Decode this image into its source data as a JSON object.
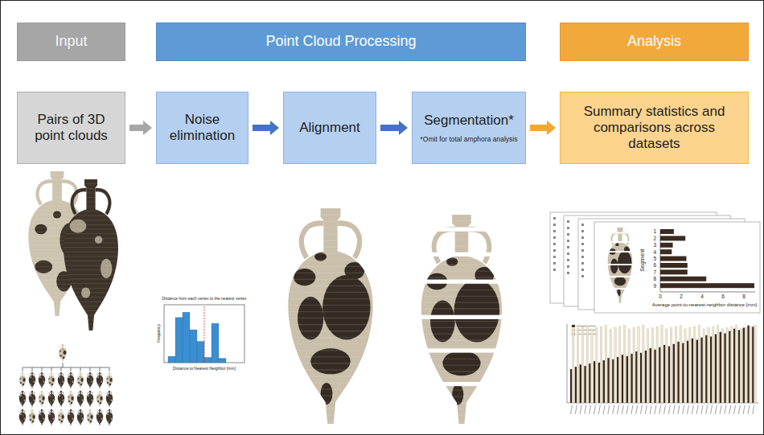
{
  "diagram": {
    "nodes": [
      {
        "text": [
          "Input"
        ]
      },
      {
        "text": [
          "Point Cloud Processing"
        ]
      },
      {
        "text": [
          "Analysis"
        ]
      },
      {
        "text": [
          "Pairs of 3D point clouds"
        ]
      },
      {
        "text": [
          "Noise elimination"
        ]
      },
      {
        "text": [
          "Alignment"
        ]
      },
      {
        "text": [
          "Segmentation*",
          "*Omit for total amphora analysis"
        ]
      },
      {
        "text": [
          "Summary statistics and comparisons across datasets"
        ]
      }
    ],
    "edges": [
      {
        "from": 3,
        "to": 4,
        "arrow": "to"
      },
      {
        "from": 4,
        "to": 5,
        "arrow": "to"
      },
      {
        "from": 5,
        "to": 6,
        "arrow": "to"
      },
      {
        "from": 6,
        "to": 7,
        "arrow": "to"
      }
    ],
    "labels": [
      "Distance from each vertex to the nearest vertex",
      "Frequency",
      "Distance to Nearest Neighbor [mm]",
      "Segment",
      "Average point-to-nearest-neighbor distance [mm]",
      "1",
      "2",
      "3",
      "4",
      "5",
      "6",
      "7",
      "8",
      "9",
      "0",
      "2",
      "4",
      "6",
      "8"
    ]
  }
}
